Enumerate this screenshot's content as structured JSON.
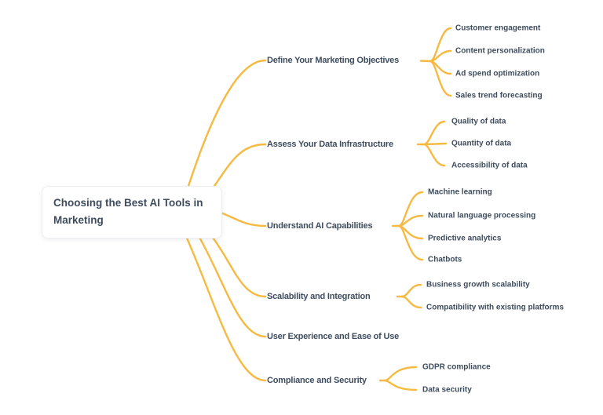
{
  "mindmap": {
    "root": {
      "label": "Choosing the Best AI Tools in Marketing"
    },
    "branches": [
      {
        "label": "Define Your Marketing Objectives",
        "children": [
          "Customer engagement",
          "Content personalization",
          "Ad spend optimization",
          "Sales trend forecasting"
        ]
      },
      {
        "label": "Assess Your Data Infrastructure",
        "children": [
          "Quality of data",
          "Quantity of data",
          "Accessibility of data"
        ]
      },
      {
        "label": "Understand AI Capabilities",
        "children": [
          "Machine learning",
          "Natural language processing",
          "Predictive analytics",
          "Chatbots"
        ]
      },
      {
        "label": "Scalability and Integration",
        "children": [
          "Business growth scalability",
          "Compatibility with existing platforms"
        ]
      },
      {
        "label": "User Experience and Ease of Use",
        "children": []
      },
      {
        "label": "Compliance and Security",
        "children": [
          "GDPR compliance",
          "Data security"
        ]
      }
    ],
    "colors": {
      "line": "#F6BA42",
      "text": "#3E4C5E",
      "background": "#FFFFFF"
    }
  }
}
